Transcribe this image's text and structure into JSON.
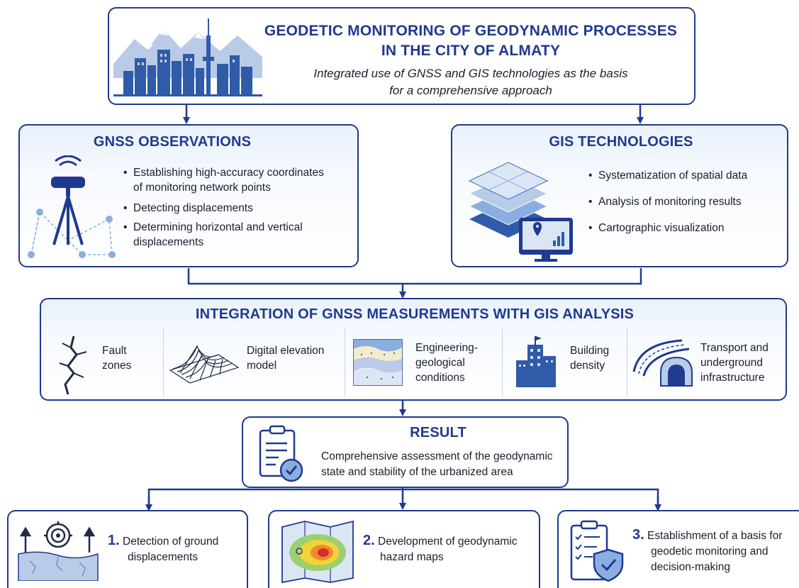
{
  "top": {
    "title_line1": "GEODETIC MONITORING OF GEODYNAMIC PROCESSES",
    "title_line2": "IN THE CITY OF ALMATY",
    "subtitle_line1": "Integrated use of GNSS and GIS technologies as the basis",
    "subtitle_line2": "for a comprehensive approach"
  },
  "gnss": {
    "title": "GNSS OBSERVATIONS",
    "items": [
      "Establishing high-accuracy coordinates",
      "of monitoring network points",
      "Detecting displacements",
      "Determining horizontal and vertical",
      "displacements"
    ]
  },
  "gis": {
    "title": "GIS TECHNOLOGIES",
    "items": [
      "Systematization of spatial data",
      "Analysis of monitoring results",
      "Cartographic visualization"
    ]
  },
  "integration": {
    "title": "INTEGRATION OF GNSS MEASUREMENTS WITH GIS ANALYSIS",
    "cells": [
      {
        "line1": "Fault",
        "line2": "zones",
        "line3": ""
      },
      {
        "line1": "Digital elevation",
        "line2": "model",
        "line3": ""
      },
      {
        "line1": "Engineering-",
        "line2": "geological",
        "line3": "conditions"
      },
      {
        "line1": "Building",
        "line2": "density",
        "line3": ""
      },
      {
        "line1": "Transport and",
        "line2": "underground",
        "line3": "infrastructure"
      }
    ]
  },
  "result": {
    "title": "RESULT",
    "line1": "Comprehensive assessment of the geodynamic",
    "line2": "state and stability of the urbanized area"
  },
  "outcomes": [
    {
      "num": "1.",
      "line1": "Detection of ground",
      "line2": "displacements",
      "line3": ""
    },
    {
      "num": "2.",
      "line1": "Development of geodynamic",
      "line2": "hazard maps",
      "line3": ""
    },
    {
      "num": "3.",
      "line1": "Establishment of a basis for",
      "line2": "geodetic monitoring and",
      "line3": "decision-making"
    }
  ],
  "colors": {
    "primary": "#1f3a8f",
    "accent": "#4a78c2",
    "light": "#eaf1fb"
  }
}
